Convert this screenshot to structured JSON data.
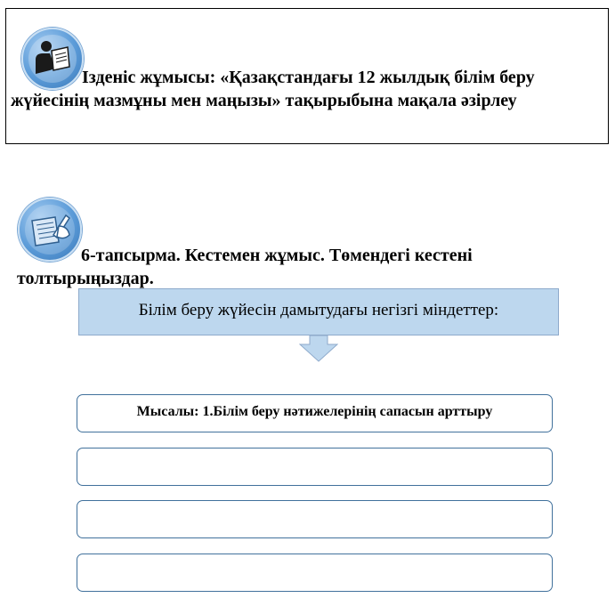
{
  "research": {
    "icon": "reader-book-icon",
    "title": "Ізденіс жұмысы: «Қазақстандағы 12 жылдық білім беру жүйесінің мазмұны мен маңызы» тақырыбына мақала әзірлеу"
  },
  "task": {
    "icon": "writing-hand-icon",
    "title": "6-тапсырма. Кестемен жұмыс. Төмендегі кестені толтырыңыздар."
  },
  "diagram": {
    "header": "Білім беру жүйесін дамытудағы негізгі міндеттер:",
    "rows": [
      "Мысалы: 1.Білім беру нәтижелерінің сапасын арттыру",
      "",
      "",
      ""
    ]
  },
  "colors": {
    "header_fill": "#bdd7ee",
    "box_border": "#41719c",
    "icon_blue": "#5b9bd8"
  }
}
